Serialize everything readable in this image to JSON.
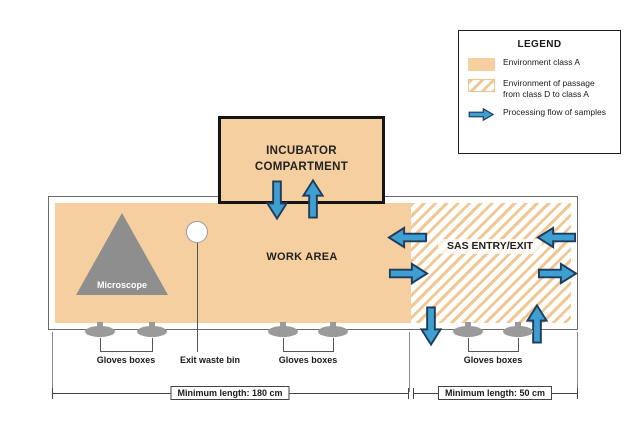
{
  "legend": {
    "title": "LEGEND",
    "items": [
      {
        "label": "Environment class A"
      },
      {
        "label": "Environment of passage from class D to class A"
      },
      {
        "label": "Processing flow of samples"
      }
    ]
  },
  "incubator": {
    "label": "INCUBATOR COMPARTMENT"
  },
  "work_area": {
    "label": "WORK AREA"
  },
  "sas": {
    "label": "SAS ENTRY/EXIT"
  },
  "microscope": {
    "label": "Microscope"
  },
  "annotations": {
    "gloves_boxes_left": "Gloves boxes",
    "exit_waste_bin": "Exit waste bin",
    "gloves_boxes_middle": "Gloves boxes",
    "gloves_boxes_sas": "Gloves boxes"
  },
  "dimensions": {
    "work_area_length": "Minimum length: 180 cm",
    "sas_length": "Minimum length: 50 cm"
  },
  "colors": {
    "class_a_fill": "#F6CFA0",
    "arrow_fill": "#3E9FD0",
    "arrow_stroke": "#1E3C5C",
    "microscope_fill": "#8E8E8E"
  }
}
